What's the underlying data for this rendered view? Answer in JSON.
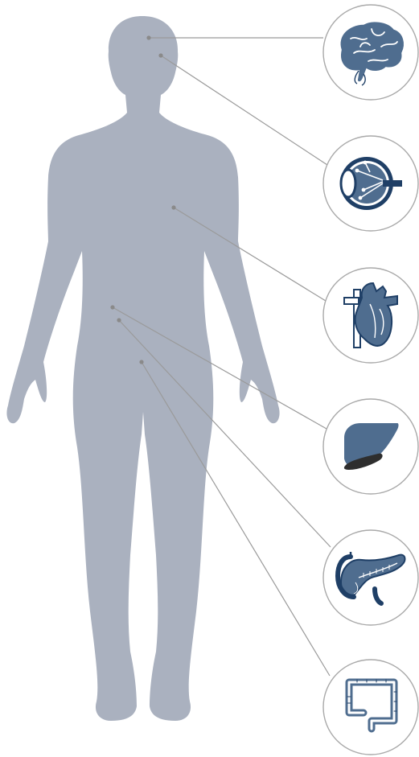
{
  "diagram": {
    "subject": "human-body-silhouette",
    "colors": {
      "body": "#aab1bf",
      "leader_line": "#9a9a9a",
      "circle_stroke": "#a9a9a9",
      "organ_fill": "#4f6d8f",
      "organ_dark": "#1f3f66",
      "organ_accent": "#2e2e2e"
    },
    "organs": [
      {
        "name": "brain",
        "icon": "brain-icon"
      },
      {
        "name": "eye",
        "icon": "eye-icon"
      },
      {
        "name": "heart",
        "icon": "heart-icon"
      },
      {
        "name": "liver",
        "icon": "liver-icon"
      },
      {
        "name": "pancreas",
        "icon": "pancreas-icon"
      },
      {
        "name": "intestine",
        "icon": "intestine-icon"
      }
    ]
  }
}
